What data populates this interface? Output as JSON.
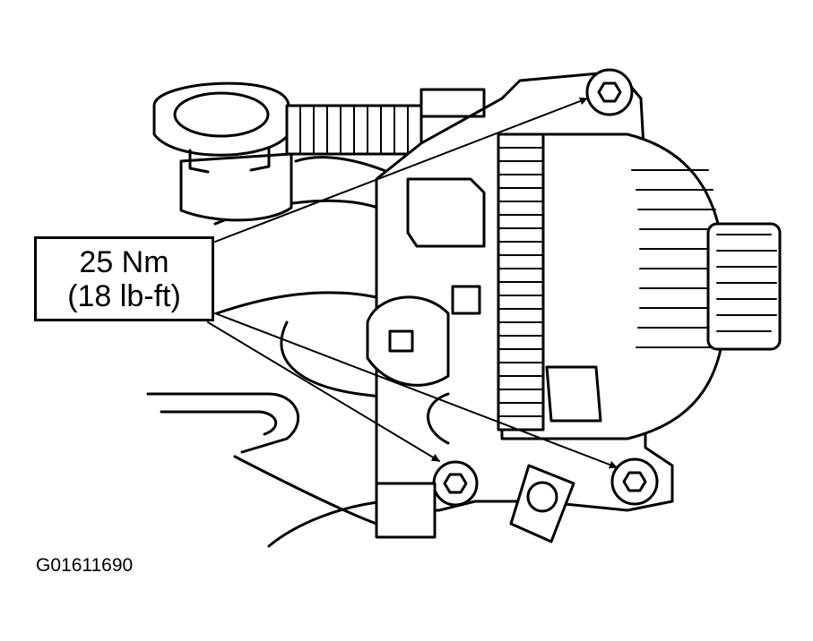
{
  "callout": {
    "torque_metric": "25 Nm",
    "torque_imperial": "(18 lb-ft)"
  },
  "figure_id": "G01611690",
  "colors": {
    "line": "#000000",
    "background": "#ffffff"
  }
}
